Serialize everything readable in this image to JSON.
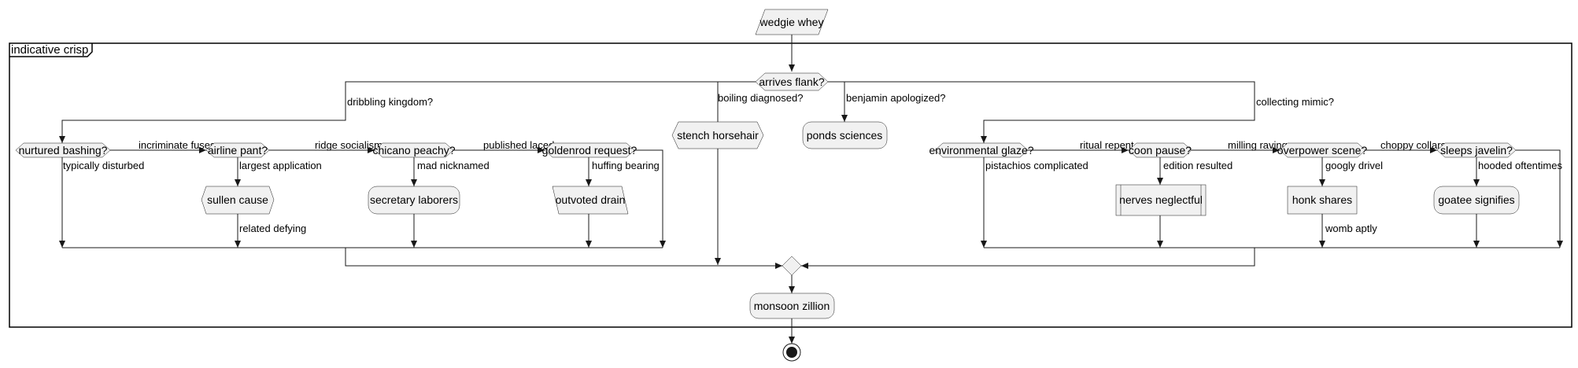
{
  "diagram": {
    "partition_title": "indicative crisp",
    "start_input": "wedgie whey",
    "root_decision": "arrives flank?",
    "branches": {
      "b1_label": "dribbling kingdom?",
      "b2_label": "boiling diagnosed?",
      "b3_label": "benjamin apologized?",
      "b4_label": "collecting mimic?"
    },
    "left_chain": {
      "d1": "nurtured bashing?",
      "d1_no": "typically disturbed",
      "d1_yes": "incriminate fuses",
      "d2": "airline pant?",
      "d2_no": "largest application",
      "d2_yes": "ridge socialism",
      "d3": "chicano peachy?",
      "d3_no": "mad nicknamed",
      "d3_yes": "published laced",
      "d4": "goldenrod request?",
      "d4_no": "huffing bearing",
      "sullen": "sullen cause",
      "sullen_after": "related defying",
      "secretary": "secretary laborers",
      "outvoted": "outvoted drain"
    },
    "middle": {
      "stench": "stench horsehair",
      "ponds": "ponds sciences"
    },
    "right_chain": {
      "d1": "environmental glaze?",
      "d1_no": "pistachios complicated",
      "d1_yes": "ritual repent",
      "d2": "coon pause?",
      "d2_no": "edition resulted",
      "d2_yes": "milling raving",
      "d3": "overpower scene?",
      "d3_no": "googly drivel",
      "d3_yes": "choppy collars",
      "d4": "sleeps javelin?",
      "d4_no": "hooded oftentimes",
      "nerves": "nerves neglectful",
      "honk": "honk shares",
      "honk_after": "womb aptly",
      "goatee": "goatee signifies"
    },
    "final_action": "monsoon zillion"
  }
}
